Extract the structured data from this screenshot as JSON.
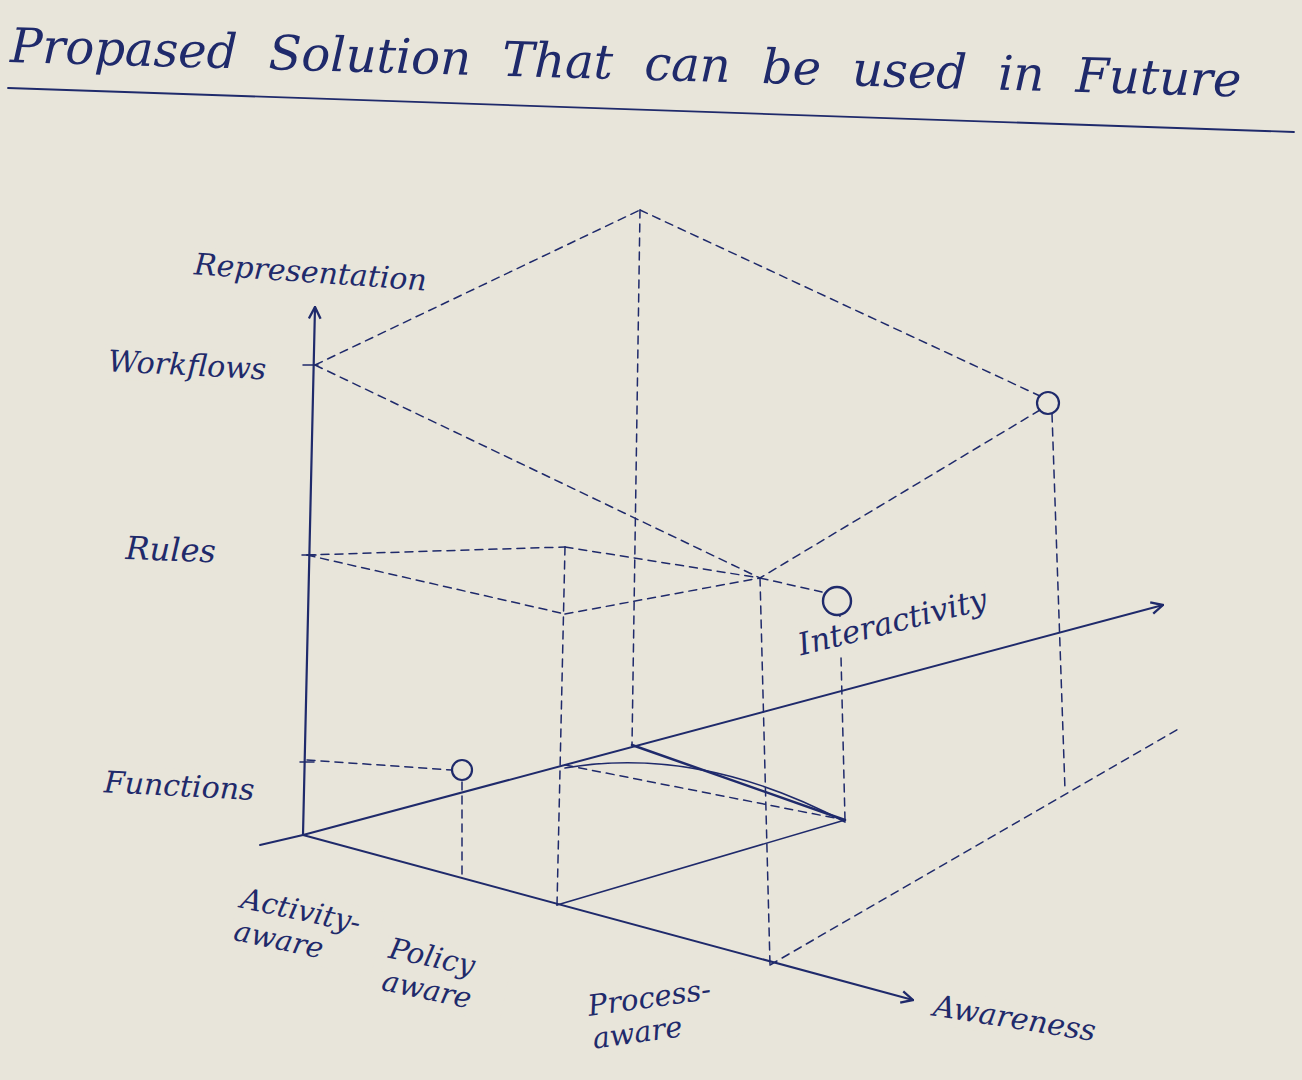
{
  "diagram": {
    "title": "Propased Solution That can be used in Future",
    "labels": [
      "Representation",
      "Workflows",
      "Rules",
      "Functions",
      "Interactivity",
      "Activity-aware",
      "Policy aware",
      "Process-aware",
      "Awareness"
    ]
  }
}
